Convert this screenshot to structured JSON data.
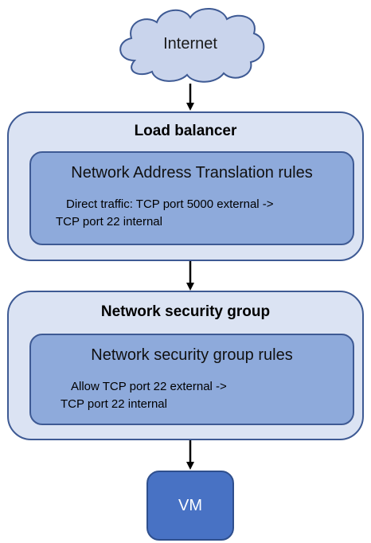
{
  "nodes": {
    "internet": {
      "label": "Internet"
    },
    "load_balancer": {
      "title": "Load balancer",
      "rules_title": "Network Address Translation rules",
      "rules_line1": "Direct traffic: TCP port 5000 external ->",
      "rules_line2": "TCP port 22 internal"
    },
    "nsg": {
      "title": "Network security group",
      "rules_title": "Network security group rules",
      "rules_line1": "Allow TCP port 22 external ->",
      "rules_line2": "TCP port 22 internal"
    },
    "vm": {
      "label": "VM"
    }
  },
  "colors": {
    "cloud_fill": "#c9d4ec",
    "cloud_stroke": "#3e5a94",
    "outer_fill": "#dbe3f3",
    "inner_fill": "#8eaadb",
    "border": "#3e5a94",
    "vm_fill": "#4872c4",
    "arrow": "#000000"
  }
}
